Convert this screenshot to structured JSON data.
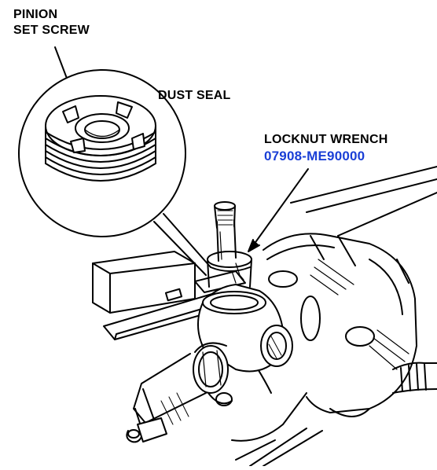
{
  "labels": {
    "pinion_line1": "PINION",
    "pinion_line2": "SET SCREW",
    "dust_seal": "DUST SEAL",
    "wrench_name": "LOCKNUT WRENCH",
    "wrench_part_no": "07908-ME90000"
  },
  "colors": {
    "ink": "#000000",
    "part_number": "#1a3fd6",
    "background": "#ffffff"
  }
}
